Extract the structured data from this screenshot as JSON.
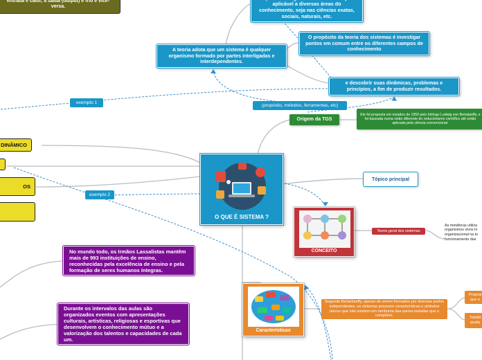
{
  "central": {
    "title": "O QUE É SISTEMA ?"
  },
  "topics": {
    "origem": "Origem da TGS",
    "origem_desc": "Ele foi proposta em meados de 1950 pelo biólogo Ludwig von Bertalanffy, e foi baseada numa visão diferente do reducionismo científico até então aplicada pela ciência convencional.",
    "topico_principal": "Tópico principal",
    "conceito": "CONCEITO",
    "teoria_geral": "Teoria geral dos sistemas",
    "metaforas": "As metáforas utiliza organismos vivos lo organizacional na to funcionamento das",
    "caracteristicas": "Características",
    "bertalanffy": "Segundo Bertanlanffy, apesar de serem formados por diversas partes independentes, os sistemas possuem características e atributos únicos que não existem em nenhuma das partes isoladas que o compõem.",
    "orange_right_1": "Proposi que n",
    "orange_right_2": "Totalid qualq"
  },
  "blue_boxes": {
    "top_partial": "que a teoria geral dos sistemas seja aplicável a diversas áreas do conhecimento, seja nas ciências exatas, sociais, naturais, etc.",
    "proposito": "O propósito da teoria dos sistemas é investigar pontos em comum entre os diferentes campos de conhecimento",
    "adota": "A teoria adota que um sistema é qualquer organismo formado por partes interligadas e interdependentes.",
    "descobrir": "e descobrir suas dinâmicas, problemas e princípios, a fim de produzir resultados.",
    "proposito_metodos": "(propósito, métodos, ferramentas, etc)"
  },
  "tags": {
    "exemplo1": "exemplo 1",
    "exemplo2": "exemplo 2"
  },
  "left_boxes": {
    "olive": "entrada é calor, a saída (output) é frio e vice-versa.",
    "dinamico": "DINÂMICO",
    "yellow_os": "OS"
  },
  "purple_boxes": {
    "lassalistas": "No mundo todo, os Irmãos Lassalistas mantêm mais de 993 instituições de ensino, reconhecidas pela excelência de ensino e pela formação de seres humanos íntegras.",
    "intervalos": "Durante os intervalos das aulas são organizados eventos com apresentações culturais, artísticas, religiosas e esportivas que desenvolvem o conhecimento mútuo e a valorização dos talentos e capacidades de cada um."
  },
  "colors": {
    "blue": "#1a96c8",
    "green": "#2e8b35",
    "yellow": "#ecdc2a",
    "purple": "#7b0f93",
    "red": "#c0343a",
    "orange": "#e8892e",
    "conceito_card": "#c0343a",
    "caracteristicas_card": "#e8892e"
  }
}
